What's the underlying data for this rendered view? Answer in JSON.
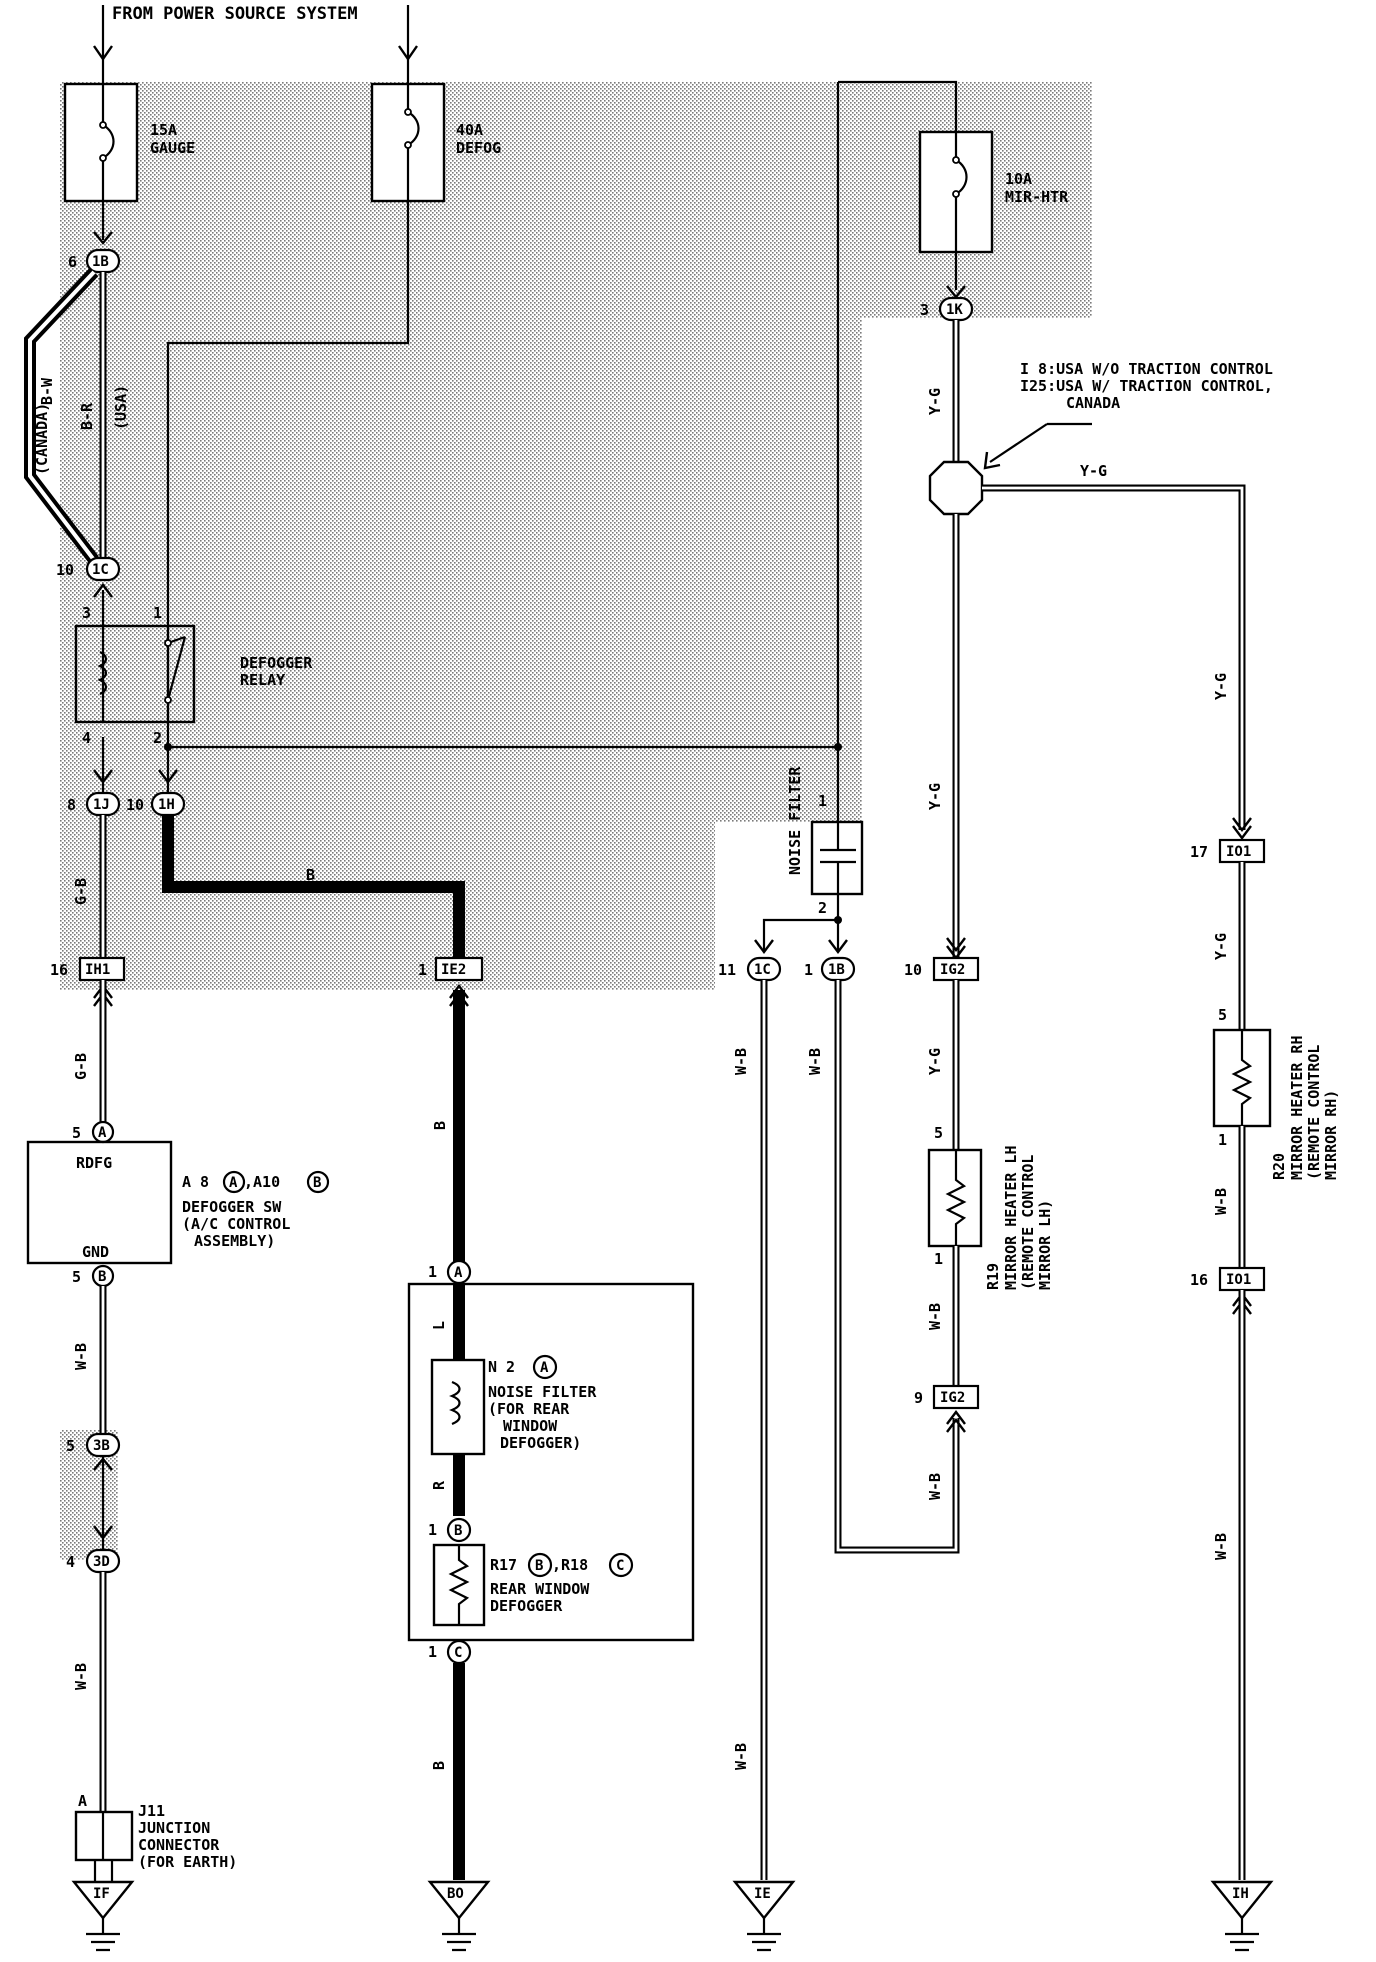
{
  "header": {
    "source_label": "FROM POWER SOURCE SYSTEM"
  },
  "fuses": [
    {
      "amp": "15A",
      "name": "GAUGE"
    },
    {
      "amp": "40A",
      "name": "DEFOG"
    },
    {
      "amp": "10A",
      "name": "MIR-HTR"
    }
  ],
  "connectors": {
    "c1": {
      "pin": "6",
      "code": "1B"
    },
    "c2": {
      "pin": "10",
      "code": "1C"
    },
    "c3": {
      "pin": "8",
      "code": "1J"
    },
    "c4": {
      "pin": "10",
      "code": "1H"
    },
    "c5": {
      "pin": "3",
      "code": "1K"
    },
    "c6": {
      "pin": "11",
      "code": "1C"
    },
    "c7": {
      "pin": "1",
      "code": "1B"
    },
    "c8": {
      "pin": "5",
      "code": "3B"
    },
    "c9": {
      "pin": "4",
      "code": "3D"
    }
  },
  "junctions": {
    "ih1": {
      "pin": "16",
      "code": "IH1"
    },
    "ie2": {
      "pin": "1",
      "code": "IE2"
    },
    "ig2a": {
      "pin": "10",
      "code": "IG2"
    },
    "ig2b": {
      "pin": "9",
      "code": "IG2"
    },
    "io1a": {
      "pin": "17",
      "code": "IO1"
    },
    "io1b": {
      "pin": "16",
      "code": "IO1"
    }
  },
  "wires": {
    "bw": "B-W",
    "canada": "(CANADA)",
    "br": "B-R",
    "usa": "(USA)",
    "gb1": "G-B",
    "gb2": "G-B",
    "b_top": "B",
    "b_mid": "B",
    "b_low": "B",
    "l": "L",
    "r": "R",
    "wb_left1": "W-B",
    "wb_left2": "W-B",
    "wb_c1": "W-B",
    "wb_c2": "W-B",
    "wb_c3": "W-B",
    "yg1": "Y-G",
    "yg2": "Y-G",
    "yg3": "Y-G",
    "yg4": "Y-G",
    "yg5": "Y-G",
    "yg6": "Y-G",
    "wb_r1": "W-B",
    "wb_r2": "W-B",
    "wb_r3": "W-B",
    "wb_r4": "W-B"
  },
  "relay": {
    "name_line1": "DEFOGGER",
    "name_line2": "RELAY",
    "pin1": "1",
    "pin2": "2",
    "pin3": "3",
    "pin4": "4"
  },
  "note": {
    "line1": "I 8:USA W/O TRACTION CONTROL",
    "line2": "I25:USA W/ TRACTION CONTROL,",
    "line3": "CANADA"
  },
  "defogger_sw": {
    "top_label": "RDFG",
    "bottom_label": "GND",
    "pin_top": "5",
    "pin_top_letter": "A",
    "pin_bot": "5",
    "pin_bot_letter": "B",
    "id_line_a": "A 8",
    "id_letter_a": "A",
    "id_line_b": ",A10",
    "id_letter_b": "B",
    "name1": "DEFOGGER SW",
    "name2": "(A/C CONTROL",
    "name3": "ASSEMBLY)"
  },
  "rear_unit": {
    "pinA": "1",
    "letterA": "A",
    "pinB": "1",
    "letterB": "B",
    "pinC": "1",
    "letterC": "C",
    "nf_id": "N 2",
    "nf_letter": "A",
    "nf_name1": "NOISE FILTER",
    "nf_name2": "(FOR REAR",
    "nf_name3": "WINDOW",
    "nf_name4": "DEFOGGER)",
    "def_id1": "R17",
    "def_letter1": "B",
    "def_id2": ",R18",
    "def_letter2": "C",
    "def_name1": "REAR WINDOW",
    "def_name2": "DEFOGGER"
  },
  "noise_filter": {
    "label": "NOISE FILTER",
    "pin1": "1",
    "pin2": "2"
  },
  "mirror_lh": {
    "pin_top": "5",
    "pin_bot": "1",
    "id": "R19",
    "name1": "MIRROR HEATER LH",
    "name2": "(REMOTE CONTROL",
    "name3": "MIRROR LH)"
  },
  "mirror_rh": {
    "pin_top": "5",
    "pin_bot": "1",
    "id": "R20",
    "name1": "MIRROR HEATER RH",
    "name2": "(REMOTE CONTROL",
    "name3": "MIRROR RH)"
  },
  "j11": {
    "pin": "A",
    "id": "J11",
    "name1": "JUNCTION",
    "name2": "CONNECTOR",
    "name3": "(FOR EARTH)"
  },
  "grounds": [
    "IF",
    "BO",
    "IE",
    "IH"
  ]
}
